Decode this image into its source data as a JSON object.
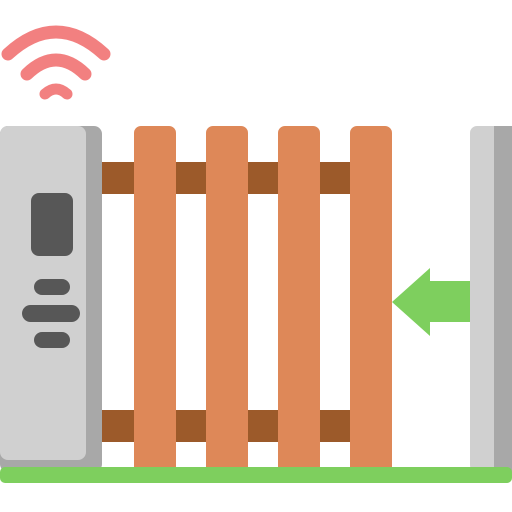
{
  "illustration": {
    "icon_name": "smart-sliding-gate-icon",
    "parts": {
      "wifi_signal": "wifi-signal-icon",
      "control_post": "gate-control-post",
      "fence_gate": "wooden-picket-gate",
      "direction_arrow": "left-arrow-icon",
      "receiving_post": "gate-end-post",
      "ground": "grass-strip"
    },
    "picket_count": 4,
    "colors": {
      "wifi": "#F28080",
      "post_light": "#D0D0D0",
      "post_shadow": "#A8A8A8",
      "panel_dark": "#575757",
      "picket": "#DE8858",
      "rail": "#9C5A2A",
      "arrow": "#7ECF5E",
      "ground": "#7ECF5E",
      "background": "#FFFFFF"
    }
  }
}
